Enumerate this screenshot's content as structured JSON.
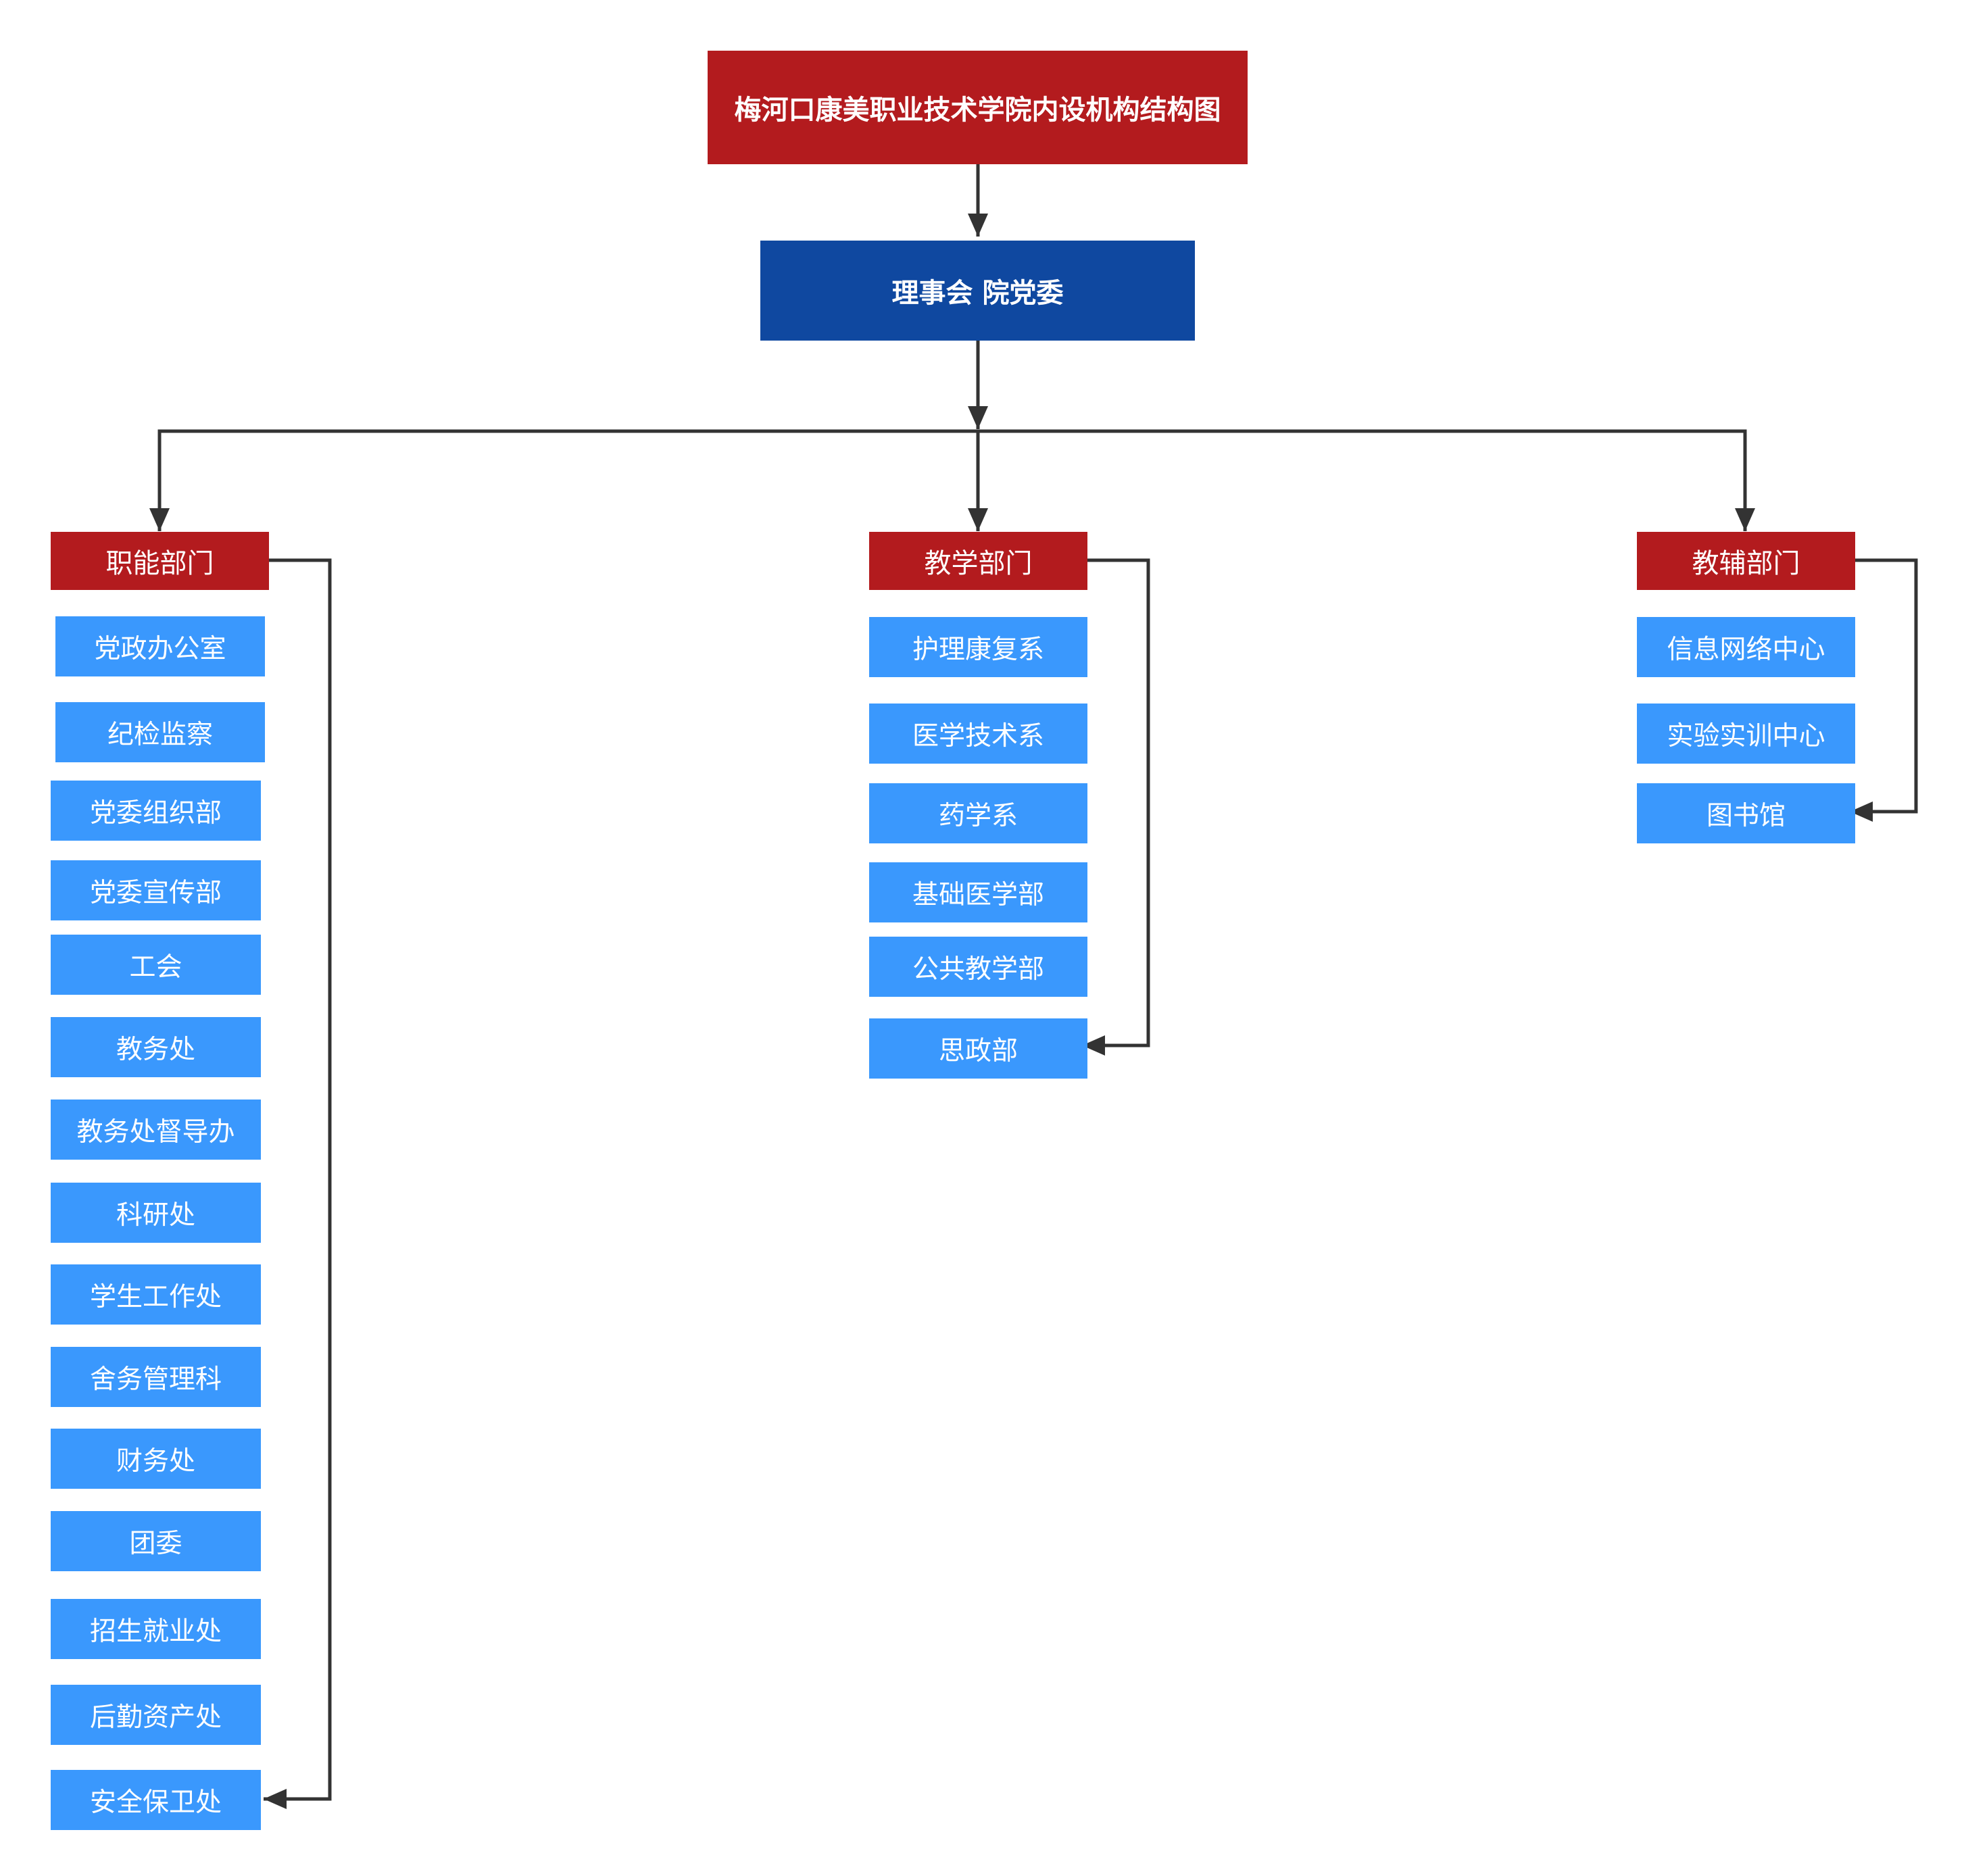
{
  "title": "梅河口康美职业技术学院内设机构结构图",
  "board": "理事会  院党委",
  "departments": {
    "functional": {
      "label": "职能部门",
      "items": [
        "党政办公室",
        "纪检监察",
        "党委组织部",
        "党委宣传部",
        "工会",
        "教务处",
        "教务处督导办",
        "科研处",
        "学生工作处",
        "舍务管理科",
        "财务处",
        "团委",
        "招生就业处",
        "后勤资产处",
        "安全保卫处"
      ]
    },
    "teaching": {
      "label": "教学部门",
      "items": [
        "护理康复系",
        "医学技术系",
        "药学系",
        "基础医学部",
        "公共教学部",
        "思政部"
      ]
    },
    "auxiliary": {
      "label": "教辅部门",
      "items": [
        "信息网络中心",
        "实验实训中心",
        "图书馆"
      ]
    }
  },
  "colors": {
    "title_bg": "#b31b1e",
    "board_bg": "#0f48a0",
    "department_bg": "#b31b1e",
    "item_bg": "#3a98fd",
    "connector": "#333333"
  }
}
